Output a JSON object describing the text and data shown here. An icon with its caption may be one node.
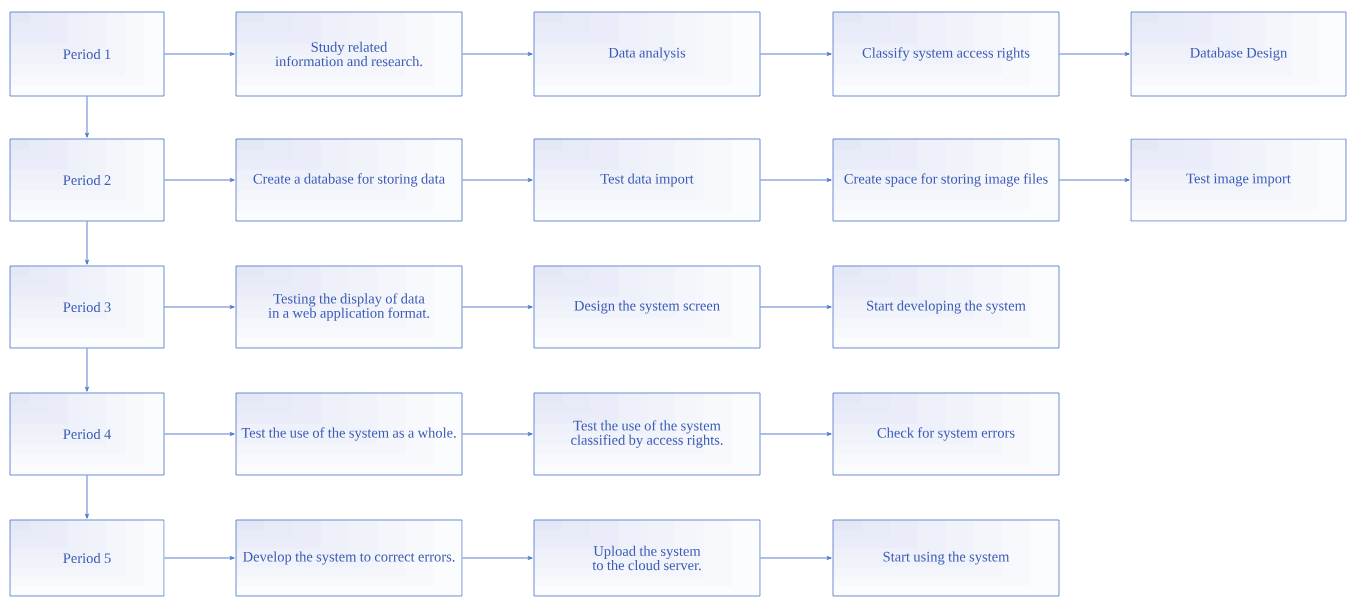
{
  "diagram": {
    "nodes": [
      {
        "text": [
          "Period 1"
        ]
      },
      {
        "text": [
          "Study related information and research."
        ]
      },
      {
        "text": [
          "Data analysis"
        ]
      },
      {
        "text": [
          "Classify system access rights"
        ]
      },
      {
        "text": [
          "Database Design"
        ]
      },
      {
        "text": [
          "Period 2"
        ]
      },
      {
        "text": [
          "Create a database for storing data"
        ]
      },
      {
        "text": [
          "Test data import"
        ]
      },
      {
        "text": [
          "Create space for storing image files"
        ]
      },
      {
        "text": [
          "Test image import"
        ]
      },
      {
        "text": [
          "Period 3"
        ]
      },
      {
        "text": [
          "Testing the display of data in a web application format."
        ]
      },
      {
        "text": [
          "Design the system screen"
        ]
      },
      {
        "text": [
          "Start developing the system"
        ]
      },
      {
        "text": [
          "Period 4"
        ]
      },
      {
        "text": [
          "Test the use of the system as a whole."
        ]
      },
      {
        "text": [
          "Test the use of the system classified by access rights."
        ]
      },
      {
        "text": [
          "Check for system errors"
        ]
      },
      {
        "text": [
          "Period 5"
        ]
      },
      {
        "text": [
          "Develop the system to correct errors."
        ]
      },
      {
        "text": [
          "Upload the system to the cloud server."
        ]
      },
      {
        "text": [
          "Start using the system"
        ]
      }
    ],
    "edges": [
      {
        "from": 0,
        "to": 1,
        "arrow": "to"
      },
      {
        "from": 1,
        "to": 2,
        "arrow": "to"
      },
      {
        "from": 2,
        "to": 3,
        "arrow": "to"
      },
      {
        "from": 3,
        "to": 4,
        "arrow": "to"
      },
      {
        "from": 0,
        "to": 5,
        "arrow": "to"
      },
      {
        "from": 5,
        "to": 6,
        "arrow": "to"
      },
      {
        "from": 6,
        "to": 7,
        "arrow": "to"
      },
      {
        "from": 7,
        "to": 8,
        "arrow": "to"
      },
      {
        "from": 8,
        "to": 9,
        "arrow": "to"
      },
      {
        "from": 5,
        "to": 10,
        "arrow": "to"
      },
      {
        "from": 10,
        "to": 11,
        "arrow": "to"
      },
      {
        "from": 11,
        "to": 12,
        "arrow": "to"
      },
      {
        "from": 12,
        "to": 13,
        "arrow": "to"
      },
      {
        "from": 10,
        "to": 14,
        "arrow": "to"
      },
      {
        "from": 14,
        "to": 15,
        "arrow": "to"
      },
      {
        "from": 15,
        "to": 16,
        "arrow": "to"
      },
      {
        "from": 16,
        "to": 17,
        "arrow": "to"
      },
      {
        "from": 14,
        "to": 18,
        "arrow": "to"
      },
      {
        "from": 18,
        "to": 19,
        "arrow": "to"
      },
      {
        "from": 19,
        "to": 20,
        "arrow": "to"
      },
      {
        "from": 20,
        "to": 21,
        "arrow": "to"
      }
    ]
  }
}
